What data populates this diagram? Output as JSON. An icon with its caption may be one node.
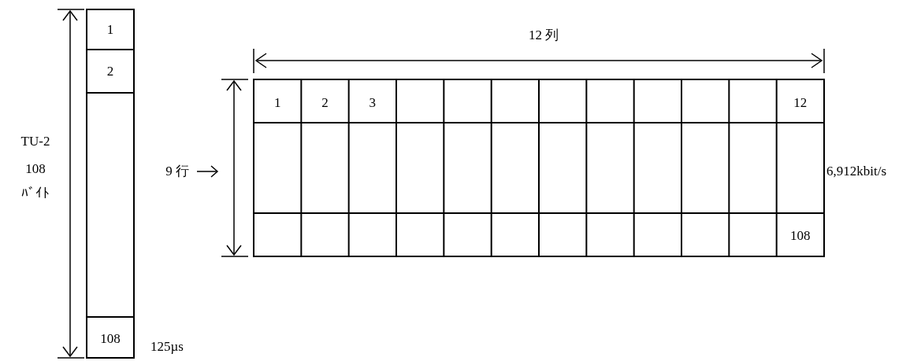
{
  "diagram": {
    "labels": [
      "12 列",
      "1",
      "2",
      "TU-2",
      "108",
      "ﾊﾞｲﾄ",
      "9 行",
      "1",
      "2",
      "3",
      "12",
      "6,912kbit/s",
      "108",
      "108",
      "125µs"
    ]
  }
}
